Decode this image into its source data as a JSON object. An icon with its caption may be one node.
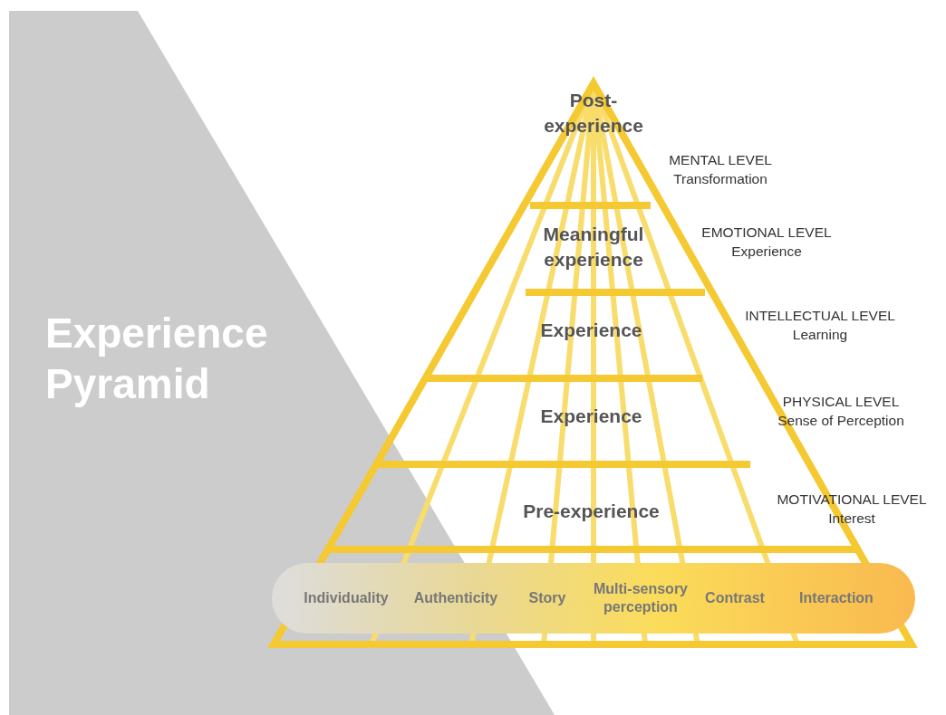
{
  "diagram": {
    "title": "Experience Pyramid",
    "nodes": [
      {
        "text": [
          "Post-experience"
        ],
        "beside": [
          "MENTAL LEVEL",
          "Transformation"
        ]
      },
      {
        "text": [
          "Meaningful experience"
        ],
        "beside": [
          "EMOTIONAL LEVEL",
          "Experience"
        ]
      },
      {
        "text": [
          "Experience"
        ],
        "beside": [
          "INTELLECTUAL LEVEL",
          "Learning"
        ]
      },
      {
        "text": [
          "Experience"
        ],
        "beside": [
          "PHYSICAL LEVEL",
          "Sense of Perception"
        ]
      },
      {
        "text": [
          "Pre-experience"
        ],
        "beside": [
          "MOTIVATIONAL LEVEL",
          "Interest"
        ]
      },
      {
        "text": [
          "Individuality",
          "Authenticity",
          "Story",
          "Multi-sensory perception",
          "Contrast",
          "Interaction"
        ]
      }
    ],
    "edges": []
  }
}
